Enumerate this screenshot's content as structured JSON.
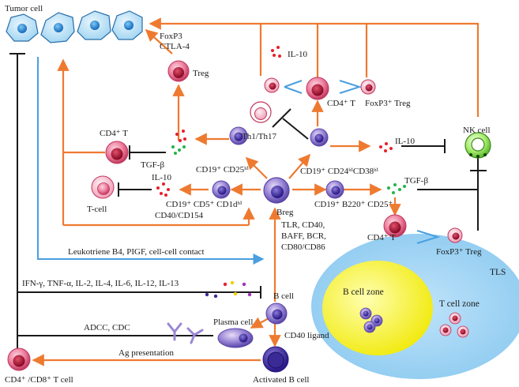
{
  "colors": {
    "arrow": "#ee7a30",
    "blue_arrow": "#4a9fe0",
    "inhibit": "#1a1a1a",
    "tls_outer": "#8ccaf0",
    "tls_inner": "#f5f20a"
  },
  "labels": {
    "tumor_cell": "Tumor cell",
    "foxp3": "FoxP3",
    "ctla4": "CTLA-4",
    "treg": "Treg",
    "il10_top": "IL-10",
    "cd4t_top": "CD4⁺ T",
    "foxp3_treg_top": "FoxP3⁺ Treg",
    "th1_th17": "Th1/Th17",
    "nk_cell": "NK cell",
    "cd4t_left": "CD4⁺ T",
    "tgfb_left": "TGF-β",
    "cd19_cd25": "CD19⁺ CD25ʰⁱ",
    "cd19_cd24_cd38": "CD19⁺ CD24ʰⁱCD38ʰⁱ",
    "il10_right": "IL-10",
    "il10_left": "IL-10",
    "tcell": "T-cell",
    "cd19_cd5_cd1d": "CD19⁺ CD5⁺ CD1dʰⁱ",
    "breg": "Breg",
    "cd19_b220_cd25": "CD19⁺ B220⁺ CD25⁺",
    "tgfb_right": "TGF-β",
    "cd40_cd154": "CD40/CD154",
    "cd4t_right": "CD4⁺ T",
    "foxp3_treg_right": "FoxP3⁺ Treg",
    "tlr_line1": "TLR, CD40,",
    "tlr_line2": "BAFF, BCR,",
    "tlr_line3": "CD80/CD86",
    "leukotriene": "Leukotriene B4, PIGF, cell-cell contact",
    "cytokines": "IFN-γ, TNF-α, IL-2, IL-4, IL-6, IL-12, IL-13",
    "bcell": "B cell",
    "adcc": "ADCC, CDC",
    "plasma_cell": "Plasma cell",
    "cd40_ligand": "CD40 ligand",
    "ag_presentation": "Ag presentation",
    "activated_b": "Activated B cell",
    "cd4_cd8": "CD4⁺ /CD8⁺ T cell",
    "tls": "TLS",
    "b_cell_zone": "B cell zone",
    "t_cell_zone": "T cell zone"
  }
}
